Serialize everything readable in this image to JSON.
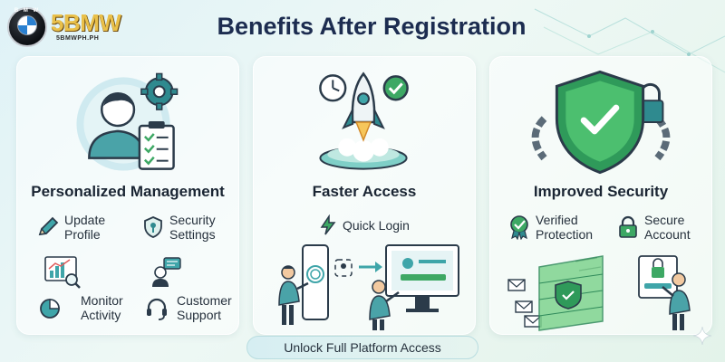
{
  "logo": {
    "brand": "5BMW",
    "subtitle": "5BMWPH.PH",
    "badge_letters": "B M W"
  },
  "title": "Benefits After Registration",
  "cards": [
    {
      "title": "Personalized Management",
      "features": [
        {
          "label": "Update\nProfile",
          "icon": "pencil-icon"
        },
        {
          "label": "Security\nSettings",
          "icon": "security-settings-icon"
        },
        {
          "label": "Monitor\nActivity",
          "icon": "pie-chart-icon"
        },
        {
          "label": "Customer\nSupport",
          "icon": "headset-icon"
        }
      ]
    },
    {
      "title": "Faster Access",
      "features": [
        {
          "label": "Quick Login",
          "icon": "lightning-icon"
        }
      ]
    },
    {
      "title": "Improved Security",
      "features": [
        {
          "label": "Verified\nProtection",
          "icon": "verified-badge-icon"
        },
        {
          "label": "Secure\nAccount",
          "icon": "padlock-icon"
        }
      ]
    }
  ],
  "banner": "Unlock Full Platform Access",
  "colors": {
    "teal": "#2f9aa0",
    "green": "#4caf50",
    "navy": "#1c2c50",
    "gold": "#e9c04a"
  }
}
